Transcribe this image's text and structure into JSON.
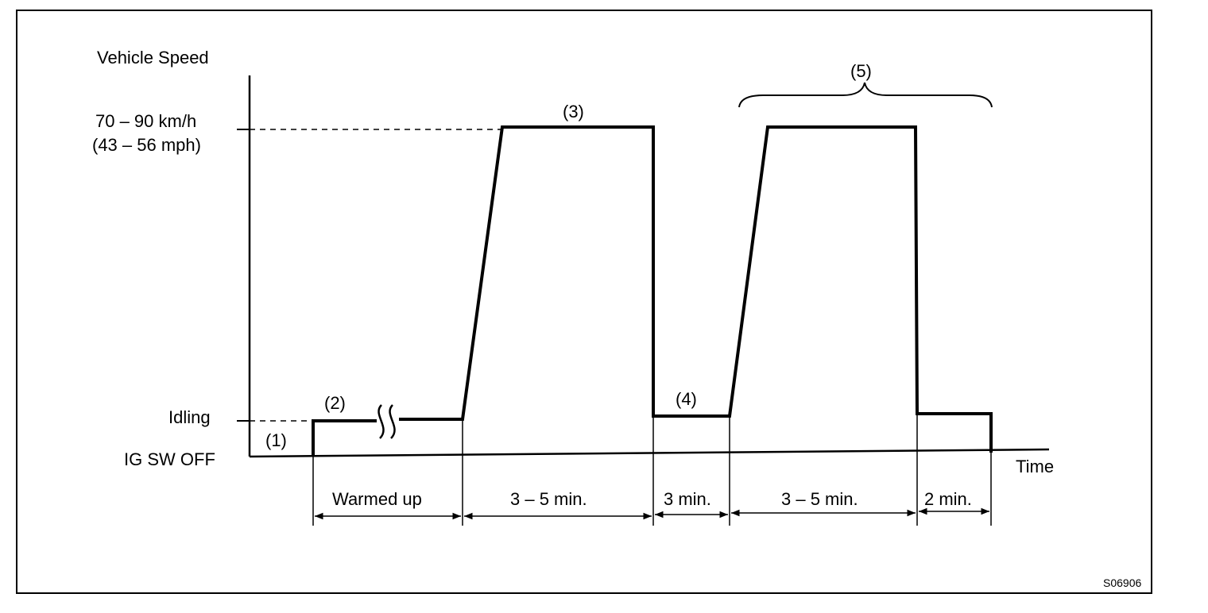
{
  "y_axis": {
    "title": "Vehicle Speed",
    "high_label_1": "70 – 90 km/h",
    "high_label_2": "(43 – 56 mph)",
    "idle_label": "Idling",
    "off_label": "IG SW OFF"
  },
  "x_axis": {
    "title": "Time"
  },
  "step_labels": [
    "(1)",
    "(2)",
    "(3)",
    "(4)",
    "(5)"
  ],
  "durations": [
    "Warmed up",
    "3 – 5 min.",
    "3 min.",
    "3 – 5 min.",
    "2 min."
  ],
  "figure_code": "S06906"
}
